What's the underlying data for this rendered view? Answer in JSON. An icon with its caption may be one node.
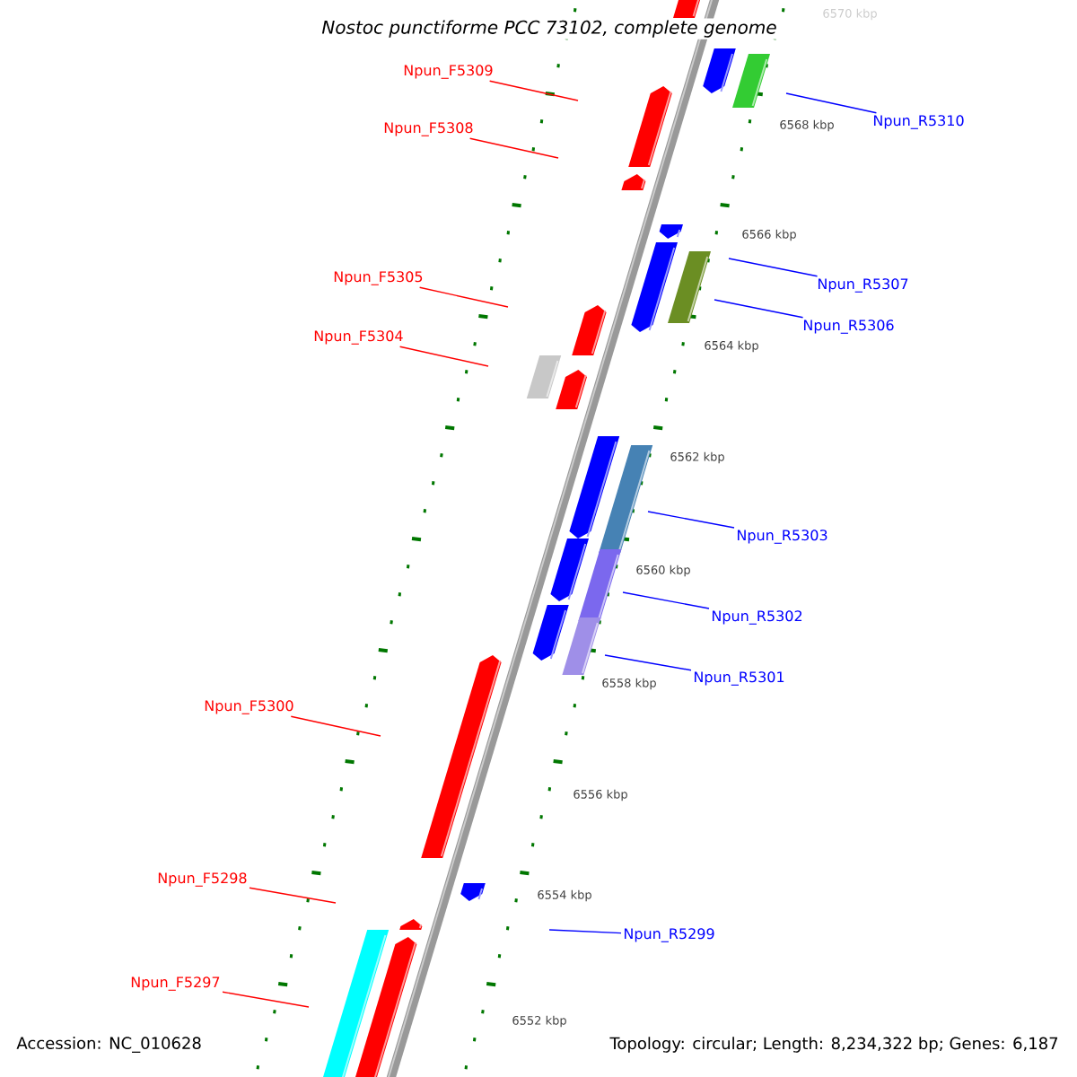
{
  "diagram": {
    "title": "Nostoc punctiforme PCC 73102, complete genome",
    "nodes": [
      {
        "text": [
          "Npun_F5309"
        ]
      },
      {
        "text": [
          "Npun_F5308"
        ]
      },
      {
        "text": [
          "Npun_F5305"
        ]
      },
      {
        "text": [
          "Npun_F5304"
        ]
      },
      {
        "text": [
          "Npun_F5300"
        ]
      },
      {
        "text": [
          "Npun_F5298"
        ]
      },
      {
        "text": [
          "Npun_F5297"
        ]
      },
      {
        "text": [
          "Npun_R5310"
        ]
      },
      {
        "text": [
          "Npun_R5307"
        ]
      },
      {
        "text": [
          "Npun_R5306"
        ]
      },
      {
        "text": [
          "Npun_R5303"
        ]
      },
      {
        "text": [
          "Npun_R5302"
        ]
      },
      {
        "text": [
          "Npun_R5301"
        ]
      },
      {
        "text": [
          "Npun_R5299"
        ]
      }
    ],
    "edges": [
      {
        "from": 0,
        "to": null,
        "arrow": "none"
      },
      {
        "from": 1,
        "to": null,
        "arrow": "none"
      },
      {
        "from": 2,
        "to": null,
        "arrow": "none"
      },
      {
        "from": 3,
        "to": null,
        "arrow": "none"
      },
      {
        "from": 4,
        "to": null,
        "arrow": "none"
      },
      {
        "from": 5,
        "to": null,
        "arrow": "none"
      },
      {
        "from": 6,
        "to": null,
        "arrow": "none"
      },
      {
        "from": 7,
        "to": null,
        "arrow": "none",
        "color": "#0000ff"
      },
      {
        "from": 8,
        "to": null,
        "arrow": "none",
        "color": "#0000ff"
      },
      {
        "from": 9,
        "to": null,
        "arrow": "none",
        "color": "#0000ff"
      },
      {
        "from": 10,
        "to": null,
        "arrow": "none",
        "color": "#0000ff"
      },
      {
        "from": 11,
        "to": null,
        "arrow": "none",
        "color": "#0000ff"
      },
      {
        "from": 12,
        "to": null,
        "arrow": "none",
        "color": "#0000ff"
      },
      {
        "from": 13,
        "to": null,
        "arrow": "none",
        "color": "#0000ff"
      }
    ],
    "labels": [
      "6570 kbp",
      "6568 kbp",
      "6566 kbp",
      "6564 kbp",
      "6562 kbp",
      "6560 kbp",
      "6558 kbp",
      "6556 kbp",
      "6554 kbp",
      "6552 kbp",
      "Accession: NC_010628",
      "Topology: circular; Length: 8,234,322 bp; Genes: 6,187"
    ]
  }
}
